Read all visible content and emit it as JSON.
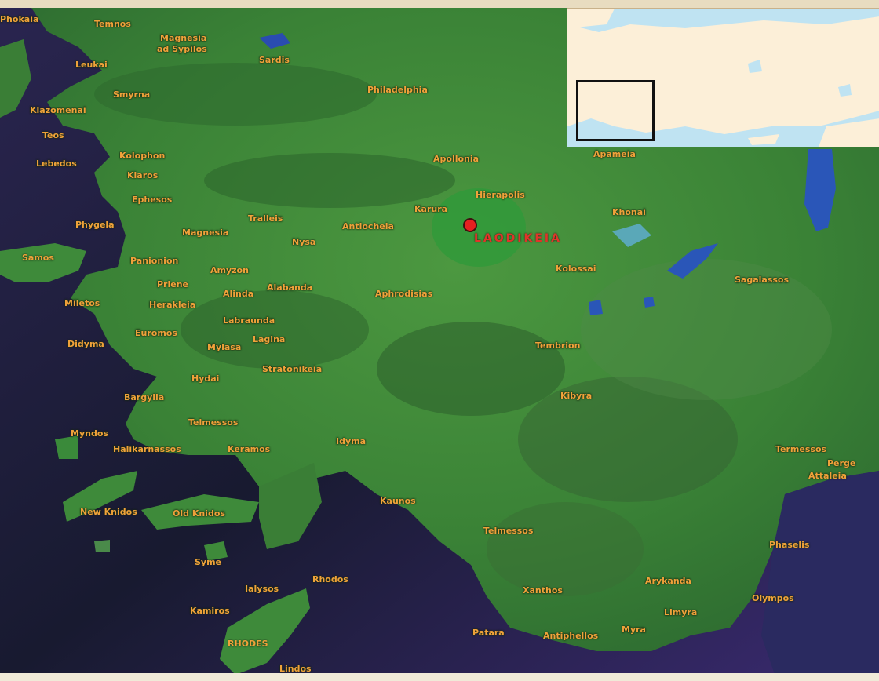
{
  "map": {
    "featured_city": "LAODIKEIA",
    "places": [
      {
        "id": "pergamon-region",
        "label": "Temnos"
      },
      {
        "id": "magnesia-sipylos",
        "label": "Magnesia\nad Sypilos"
      },
      {
        "id": "sardis",
        "label": "Sardis"
      },
      {
        "id": "kokaia",
        "label": "Phokaia"
      },
      {
        "id": "leukai",
        "label": "Leukai"
      },
      {
        "id": "smyrna",
        "label": "Smyrna"
      },
      {
        "id": "klazomenai",
        "label": "Klazomenai"
      },
      {
        "id": "philadelphia",
        "label": "Philadelphia"
      },
      {
        "id": "teos",
        "label": "Teos"
      },
      {
        "id": "lebedos",
        "label": "Lebedos"
      },
      {
        "id": "kolophon",
        "label": "Kolophon"
      },
      {
        "id": "klaros",
        "label": "Klaros"
      },
      {
        "id": "apollonia",
        "label": "Apollonia"
      },
      {
        "id": "apameia",
        "label": "Apameia"
      },
      {
        "id": "ephesos",
        "label": "Ephesos"
      },
      {
        "id": "hierapolis",
        "label": "Hierapolis"
      },
      {
        "id": "phygela",
        "label": "Phygela"
      },
      {
        "id": "tralleis",
        "label": "Tralleis"
      },
      {
        "id": "kerura",
        "label": "Karura"
      },
      {
        "id": "khonai",
        "label": "Khonai"
      },
      {
        "id": "magnesia",
        "label": "Magnesia"
      },
      {
        "id": "nysa",
        "label": "Nysa"
      },
      {
        "id": "antiocheia",
        "label": "Antiocheia"
      },
      {
        "id": "samos",
        "label": "Samos"
      },
      {
        "id": "panionion",
        "label": "Panionion"
      },
      {
        "id": "kolossai",
        "label": "Kolossai"
      },
      {
        "id": "amyzon",
        "label": "Amyzon"
      },
      {
        "id": "priene",
        "label": "Priene"
      },
      {
        "id": "alinda",
        "label": "Alinda"
      },
      {
        "id": "alabanda",
        "label": "Alabanda"
      },
      {
        "id": "sagalassos",
        "label": "Sagalassos"
      },
      {
        "id": "miletos",
        "label": "Miletos"
      },
      {
        "id": "herakleia",
        "label": "Herakleia"
      },
      {
        "id": "aphrodisias",
        "label": "Aphrodisias"
      },
      {
        "id": "labraunda",
        "label": "Labraunda"
      },
      {
        "id": "didyma",
        "label": "Didyma"
      },
      {
        "id": "euromos",
        "label": "Euromos"
      },
      {
        "id": "lagina",
        "label": "Lagina"
      },
      {
        "id": "mylasa",
        "label": "Mylasa"
      },
      {
        "id": "tembrion",
        "label": "Tembrion"
      },
      {
        "id": "stratonikeia",
        "label": "Stratonikeia"
      },
      {
        "id": "hydai",
        "label": "Hydai"
      },
      {
        "id": "kibyra",
        "label": "Kibyra"
      },
      {
        "id": "bargylia",
        "label": "Bargylia"
      },
      {
        "id": "telmessos-n",
        "label": "Telmessos"
      },
      {
        "id": "myndos",
        "label": "Myndos"
      },
      {
        "id": "idyma",
        "label": "Idyma"
      },
      {
        "id": "halikarnassos",
        "label": "Halikarnassos"
      },
      {
        "id": "keramos",
        "label": "Keramos"
      },
      {
        "id": "termessos",
        "label": "Termessos"
      },
      {
        "id": "perge",
        "label": "Perge"
      },
      {
        "id": "attaleia",
        "label": "Attaleia"
      },
      {
        "id": "kaunos",
        "label": "Kaunos"
      },
      {
        "id": "new-knidos",
        "label": "New Knidos"
      },
      {
        "id": "old-knidos",
        "label": "Old Knidos"
      },
      {
        "id": "telmessos-s",
        "label": "Telmessos"
      },
      {
        "id": "phaselis",
        "label": "Phaselis"
      },
      {
        "id": "syme",
        "label": "Syme"
      },
      {
        "id": "rhodos",
        "label": "Rhodos"
      },
      {
        "id": "ialysos",
        "label": "Ialysos"
      },
      {
        "id": "arykanda",
        "label": "Arykanda"
      },
      {
        "id": "xanthos",
        "label": "Xanthos"
      },
      {
        "id": "olympos",
        "label": "Olympos"
      },
      {
        "id": "kamiros",
        "label": "Kamiros"
      },
      {
        "id": "limyra",
        "label": "Limyra"
      },
      {
        "id": "patara",
        "label": "Patara"
      },
      {
        "id": "antiphellos",
        "label": "Antiphellos"
      },
      {
        "id": "myra",
        "label": "Myra"
      },
      {
        "id": "rhodes",
        "label": "RHODES"
      },
      {
        "id": "lindos",
        "label": "Lindos"
      }
    ]
  },
  "inset": {
    "description_colors": {
      "land": "#fcefd8",
      "sea": "#bfe3f2",
      "highlight_box": "#111111"
    }
  },
  "colors": {
    "land_green": "#3f8a3a",
    "land_dark": "#2a5f2a",
    "sea_dark": "#1b1e3a",
    "sea_purple": "#3a2a66",
    "label_orange": "#f0a23a",
    "featured_red": "#e0342a",
    "lake_blue": "#2a56b8"
  }
}
